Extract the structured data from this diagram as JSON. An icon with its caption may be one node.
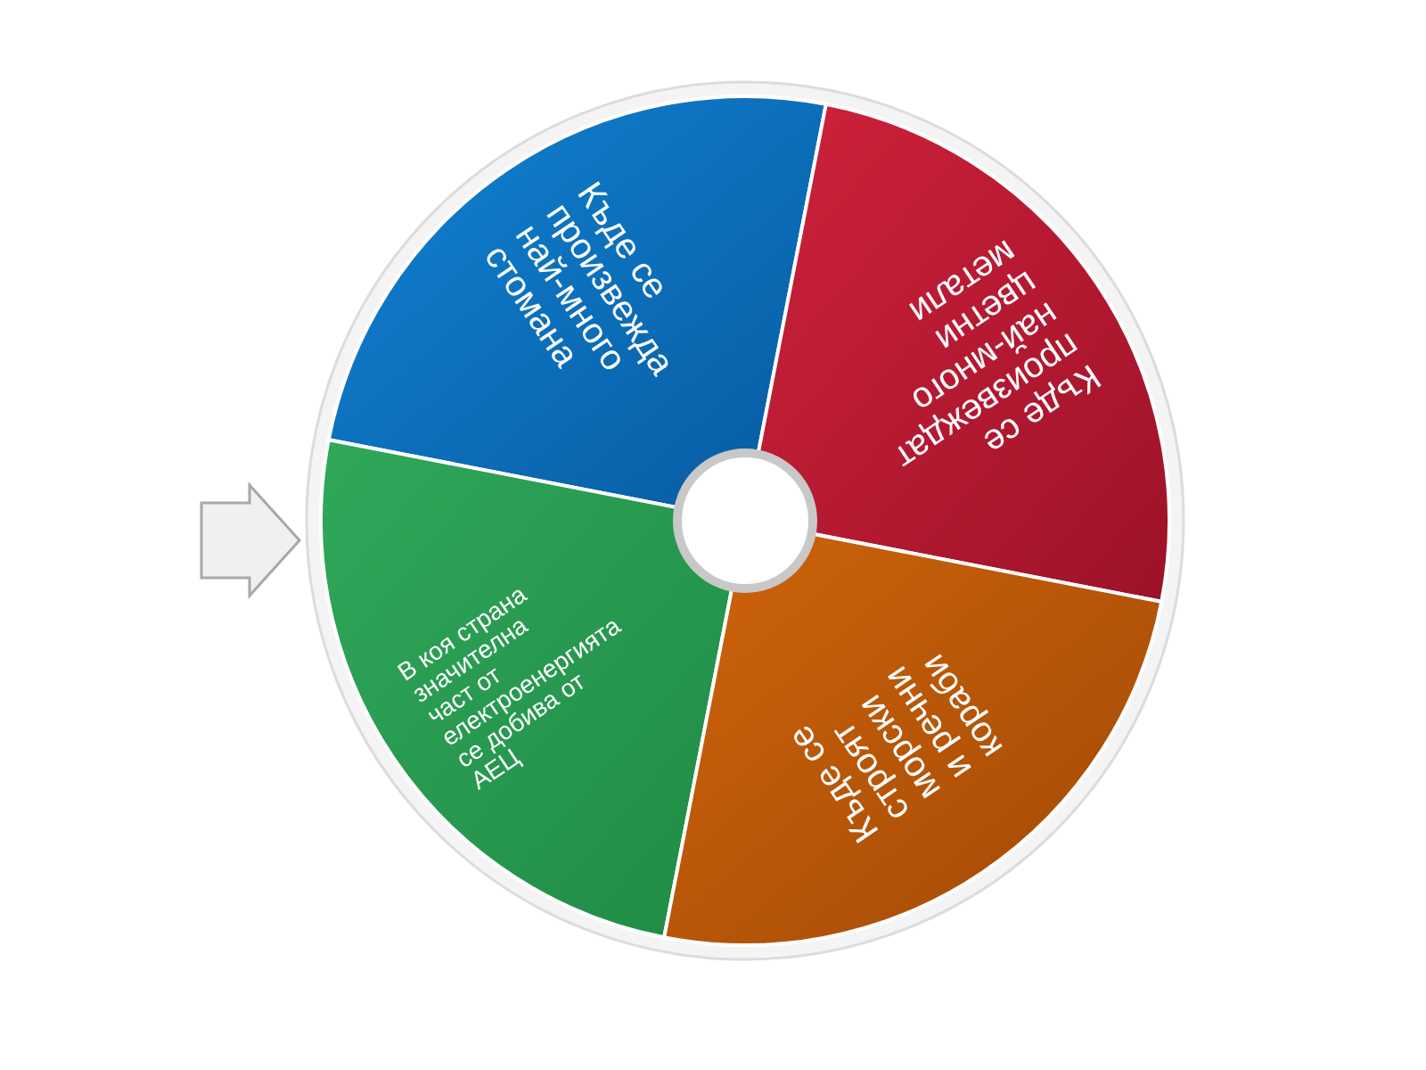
{
  "diagram": {
    "nodes": [
      {
        "text": [
          "Къде се произвежда най-много стомана"
        ]
      },
      {
        "text": [
          "Къде се произвеждат най-много цветни метали"
        ]
      },
      {
        "text": [
          "В коя страна значителна част от електроенергията се добива от АЕЦ"
        ]
      },
      {
        "text": [
          "Къде се строят морски и речни кораби"
        ]
      }
    ]
  }
}
